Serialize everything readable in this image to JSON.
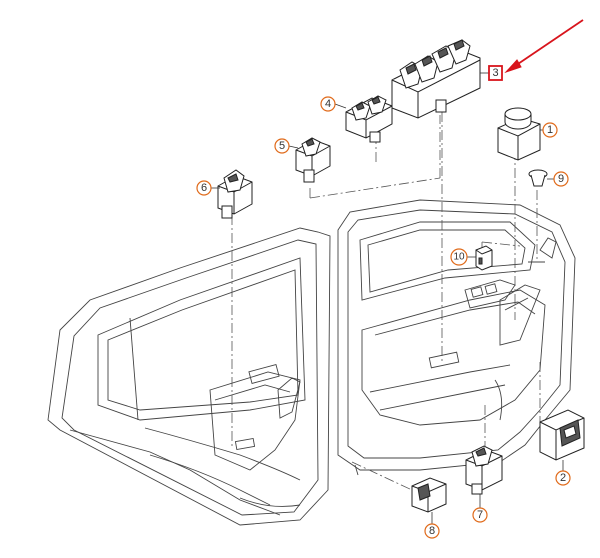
{
  "callouts": [
    {
      "number": "1",
      "shape": "circle"
    },
    {
      "number": "2",
      "shape": "circle"
    },
    {
      "number": "3",
      "shape": "highlight-box"
    },
    {
      "number": "4",
      "shape": "circle"
    },
    {
      "number": "5",
      "shape": "circle"
    },
    {
      "number": "6",
      "shape": "circle"
    },
    {
      "number": "7",
      "shape": "circle"
    },
    {
      "number": "8",
      "shape": "circle"
    },
    {
      "number": "9",
      "shape": "circle"
    },
    {
      "number": "10",
      "shape": "circle"
    }
  ],
  "colors": {
    "callout_outline": "#e06a1a",
    "highlight_box": "#d8141c",
    "arrow": "#d8141c",
    "line_art": "#222222"
  }
}
